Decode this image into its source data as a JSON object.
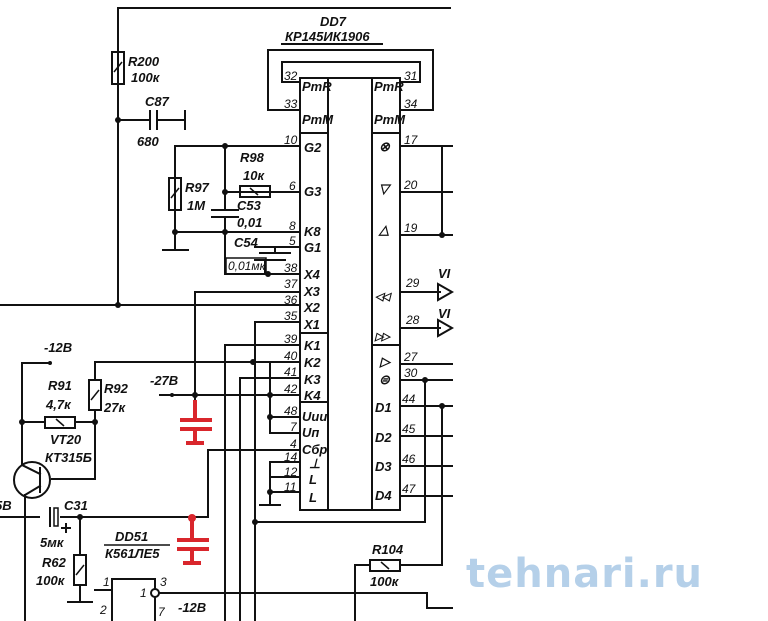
{
  "chip": {
    "ref": "DD7",
    "type": "КР145ИК1906",
    "left_pins": [
      {
        "num": "32",
        "fn": "PтR"
      },
      {
        "num": "33",
        "fn": "PтM"
      },
      {
        "num": "10",
        "fn": "G2"
      },
      {
        "num": "6",
        "fn": "G3"
      },
      {
        "num": "8",
        "fn": "K8"
      },
      {
        "num": "5",
        "fn": "G1"
      },
      {
        "num": "38",
        "fn": "X4"
      },
      {
        "num": "37",
        "fn": "X3"
      },
      {
        "num": "36",
        "fn": "X2"
      },
      {
        "num": "35",
        "fn": "X1"
      },
      {
        "num": "39",
        "fn": "K1"
      },
      {
        "num": "40",
        "fn": "K2"
      },
      {
        "num": "41",
        "fn": "K3"
      },
      {
        "num": "42",
        "fn": "K4"
      },
      {
        "num": "48",
        "fn": "Uии"
      },
      {
        "num": "7",
        "fn": "Uп"
      },
      {
        "num": "4",
        "fn": "Сбр"
      },
      {
        "num": "14",
        "fn": "⊥"
      },
      {
        "num": "12",
        "fn": "L"
      },
      {
        "num": "11",
        "fn": "L"
      }
    ],
    "right_pins": [
      {
        "num": "31",
        "fn": "PтR"
      },
      {
        "num": "34",
        "fn": "PтM"
      },
      {
        "num": "17",
        "fn": "⊗"
      },
      {
        "num": "20",
        "fn": "▽"
      },
      {
        "num": "19",
        "fn": "△"
      },
      {
        "num": "29",
        "fn": "◁◁"
      },
      {
        "num": "28",
        "fn": "▷▷"
      },
      {
        "num": "27",
        "fn": "▷"
      },
      {
        "num": "30",
        "fn": "⊜"
      },
      {
        "num": "44",
        "fn": "D1"
      },
      {
        "num": "45",
        "fn": "D2"
      },
      {
        "num": "46",
        "fn": "D3"
      },
      {
        "num": "47",
        "fn": "D4"
      }
    ]
  },
  "components": {
    "r200": {
      "ref": "R200",
      "value": "100к"
    },
    "c87": {
      "ref": "C87",
      "value": "680"
    },
    "r98": {
      "ref": "R98",
      "value": "10к"
    },
    "r97": {
      "ref": "R97",
      "value": "1М"
    },
    "c53": {
      "ref": "C53",
      "value": "0,01"
    },
    "c54": {
      "ref": "C54",
      "value": "0,01мк"
    },
    "r91": {
      "ref": "R91",
      "value": "4,7к"
    },
    "r92": {
      "ref": "R92",
      "value": "27к"
    },
    "vt20": {
      "ref": "VT20",
      "value": "КТ315Б"
    },
    "c31": {
      "ref": "C31",
      "value": "5мк"
    },
    "r62": {
      "ref": "R62",
      "value": "100к"
    },
    "dd51": {
      "ref": "DD51",
      "value": "К561ЛЕ5",
      "pins": [
        "1",
        "2",
        "3",
        "1",
        "7"
      ]
    },
    "r104": {
      "ref": "R104",
      "value": "100к"
    }
  },
  "nets": {
    "minus12_top": "-12В",
    "minus27": "-27В",
    "minus12_bottom": "-12В",
    "five_v": "5В",
    "vi1": "VI",
    "vi2": "VI"
  },
  "watermark": "tehnari.ru",
  "colors": {
    "wire": "#111111",
    "highlight": "#d9262c",
    "watermark": "#a9c8e6"
  }
}
